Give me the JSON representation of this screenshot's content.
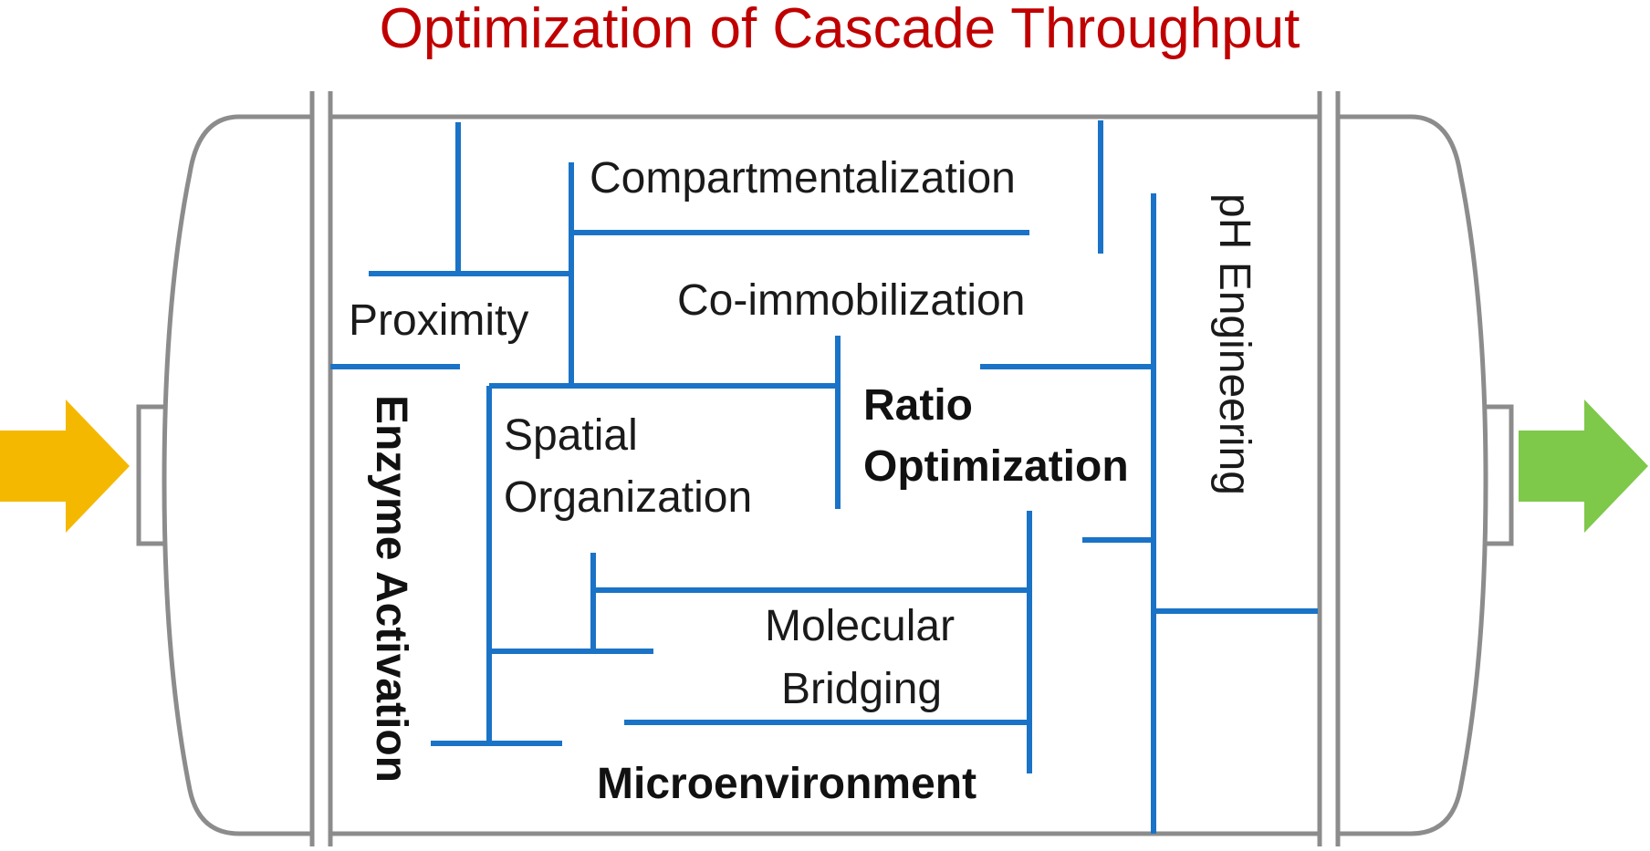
{
  "title": "Optimization of Cascade Throughput",
  "labels": {
    "compartmentalization": "Compartmentalization",
    "co_immobilization": "Co-immobilization",
    "proximity": "Proximity",
    "spatial": "Spatial",
    "organization": "Organization",
    "ratio": "Ratio",
    "optimization": "Optimization",
    "molecular": "Molecular",
    "bridging": "Bridging",
    "microenvironment": "Microenvironment",
    "enzyme_activation": "Enzyme Activation",
    "ph_engineering": "pH Engineering"
  },
  "colors": {
    "title": "#c00000",
    "branch_lines": "#1a73c6",
    "vessel_outline": "#8c8c8c",
    "inlet_arrow": "#f5b800",
    "outlet_arrow": "#7ec84a"
  },
  "icons": {
    "inlet": "right-arrow-icon",
    "outlet": "right-arrow-icon"
  }
}
